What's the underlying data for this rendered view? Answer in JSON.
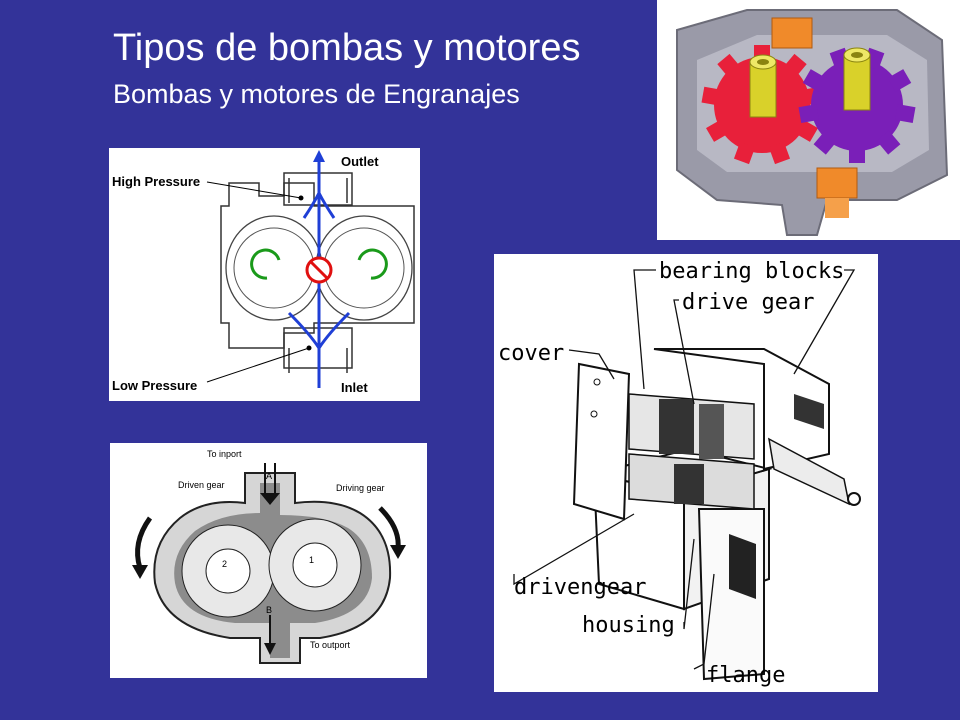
{
  "slide": {
    "title": "Tipos de bombas y motores",
    "subtitle": "Bombas y motores de Engranajes",
    "background_color": "#333399"
  },
  "diagram1": {
    "outlet_label": "Outlet",
    "inlet_label": "Inlet",
    "high_pressure_label": "High Pressure",
    "low_pressure_label": "Low Pressure",
    "flow_color": "#1f3fd6",
    "rotation_color": "#1a9a1a",
    "stop_color": "#e01010"
  },
  "diagram2": {
    "to_inport_label": "To inport",
    "to_outport_label": "To outport",
    "driven_gear_label": "Driven gear",
    "driving_gear_label": "Driving gear",
    "port_a_label": "A",
    "port_b_label": "B",
    "gear_2_label": "2",
    "gear_1_label": "1"
  },
  "diagram3": {
    "bearing_blocks_label": "bearing blocks",
    "drive_gear_label": "drive gear",
    "cover_label": "cover",
    "driven_gear_label": "drivengear",
    "housing_label": "housing",
    "flange_label": "flange"
  },
  "render3d": {
    "left_gear_color": "#e8203a",
    "right_gear_color": "#7a1fb8",
    "shaft_color": "#d9d12a",
    "port_color": "#f08a2a",
    "housing_color": "#9a9aa8"
  }
}
